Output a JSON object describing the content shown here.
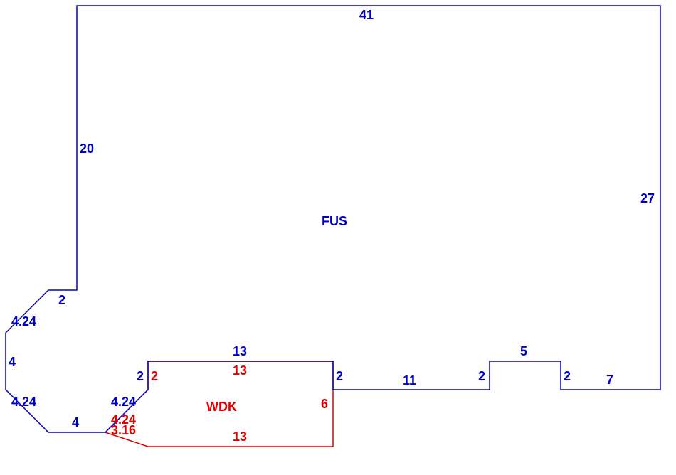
{
  "colors": {
    "fus": "#0000cc",
    "wdk": "#e00000"
  },
  "areas": {
    "fus": {
      "name": "FUS",
      "edges": [
        "41",
        "27",
        "7",
        "2",
        "5",
        "2",
        "11",
        "2",
        "13",
        "2",
        "4.24",
        "4",
        "4.24",
        "4",
        "4.24",
        "2",
        "20"
      ]
    },
    "wdk": {
      "name": "WDK",
      "edges": [
        "13",
        "6",
        "13",
        "3.16",
        "4.24",
        "2"
      ]
    }
  }
}
